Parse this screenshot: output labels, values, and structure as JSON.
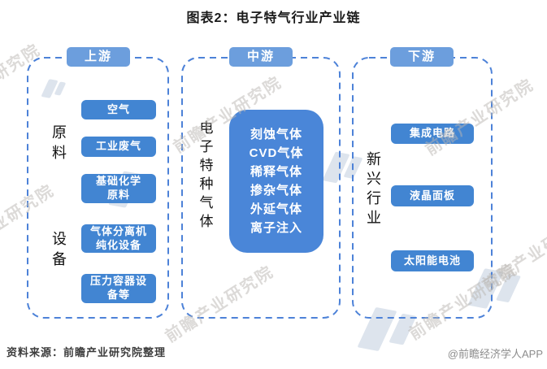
{
  "title": "图表2：电子特气行业产业链",
  "watermark": {
    "text": "前瞻产业研究院"
  },
  "colors": {
    "tab_bg": "#6c9edd",
    "node_bg": "#4285d2",
    "box_bg": "#4a86d8",
    "dash_border": "#4d82d8",
    "title_text": "#1a1a1a",
    "source_text": "#3d3d3d",
    "credit_text": "#8c8c8c"
  },
  "upstream": {
    "tab": "上游",
    "groups": [
      {
        "label": "原料",
        "items": [
          "空气",
          "工业废气",
          "基础化学\n原料"
        ]
      },
      {
        "label": "设备",
        "items": [
          "气体分离机\n纯化设备",
          "压力容器设\n备等"
        ]
      }
    ]
  },
  "midstream": {
    "tab": "中游",
    "side_label": "电子特种气体",
    "gas_types": [
      "刻蚀气体",
      "CVD气体",
      "稀释气体",
      "掺杂气体",
      "外延气体",
      "离子注入"
    ]
  },
  "downstream": {
    "tab": "下游",
    "side_label": "新兴行业",
    "items": [
      "集成电路",
      "液晶面板",
      "太阳能电池"
    ]
  },
  "footer": {
    "source": "资料来源：前瞻产业研究院整理",
    "credit": "@前瞻经济学人APP"
  }
}
